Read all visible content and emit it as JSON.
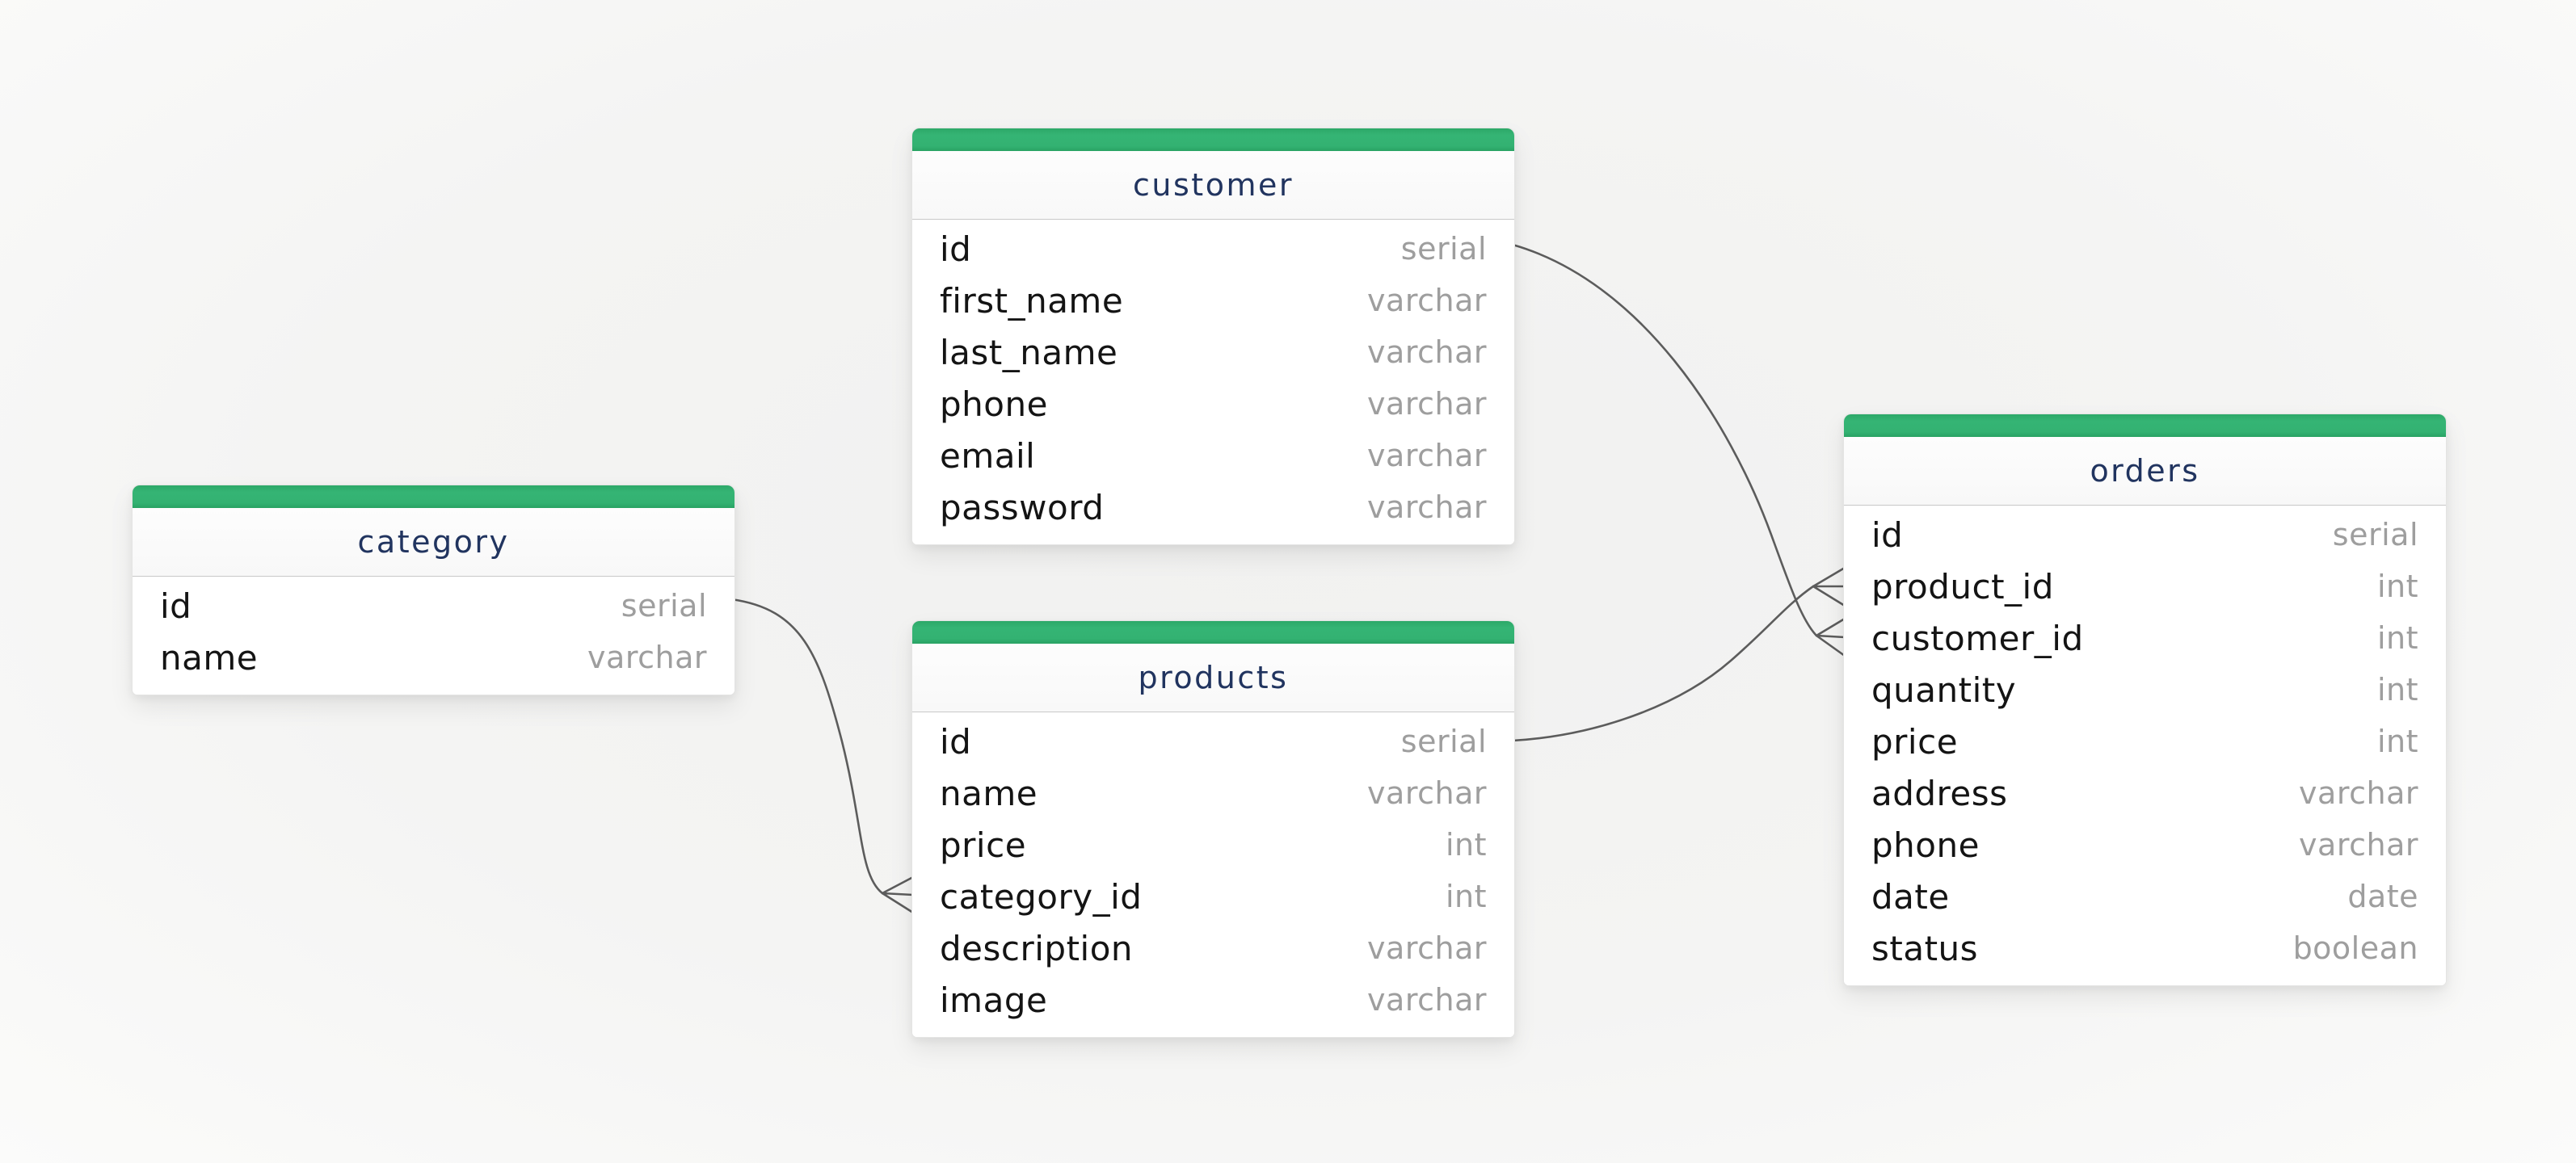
{
  "diagram": {
    "tables": [
      {
        "key": "category",
        "title": "category",
        "columns": [
          {
            "name": "id",
            "type": "serial"
          },
          {
            "name": "name",
            "type": "varchar"
          }
        ]
      },
      {
        "key": "customer",
        "title": "customer",
        "columns": [
          {
            "name": "id",
            "type": "serial"
          },
          {
            "name": "first_name",
            "type": "varchar"
          },
          {
            "name": "last_name",
            "type": "varchar"
          },
          {
            "name": "phone",
            "type": "varchar"
          },
          {
            "name": "email",
            "type": "varchar"
          },
          {
            "name": "password",
            "type": "varchar"
          }
        ]
      },
      {
        "key": "products",
        "title": "products",
        "columns": [
          {
            "name": "id",
            "type": "serial"
          },
          {
            "name": "name",
            "type": "varchar"
          },
          {
            "name": "price",
            "type": "int"
          },
          {
            "name": "category_id",
            "type": "int"
          },
          {
            "name": "description",
            "type": "varchar"
          },
          {
            "name": "image",
            "type": "varchar"
          }
        ]
      },
      {
        "key": "orders",
        "title": "orders",
        "columns": [
          {
            "name": "id",
            "type": "serial"
          },
          {
            "name": "product_id",
            "type": "int"
          },
          {
            "name": "customer_id",
            "type": "int"
          },
          {
            "name": "quantity",
            "type": "int"
          },
          {
            "name": "price",
            "type": "int"
          },
          {
            "name": "address",
            "type": "varchar"
          },
          {
            "name": "phone",
            "type": "varchar"
          },
          {
            "name": "date",
            "type": "date"
          },
          {
            "name": "status",
            "type": "boolean"
          }
        ]
      }
    ],
    "relations": [
      {
        "from": "customer.id",
        "to": "orders.customer_id",
        "cardinality": "one-to-many"
      },
      {
        "from": "products.id",
        "to": "orders.product_id",
        "cardinality": "one-to-many"
      },
      {
        "from": "category.id",
        "to": "products.category_id",
        "cardinality": "one-to-many"
      }
    ],
    "colors": {
      "header_green": "#33b272",
      "title_navy": "#21345f",
      "field_text": "#141414",
      "type_text": "#9e9e9e",
      "connector": "#5c5c5c",
      "card_bg": "#ffffff",
      "canvas_bg": "#f4f4f3"
    }
  }
}
